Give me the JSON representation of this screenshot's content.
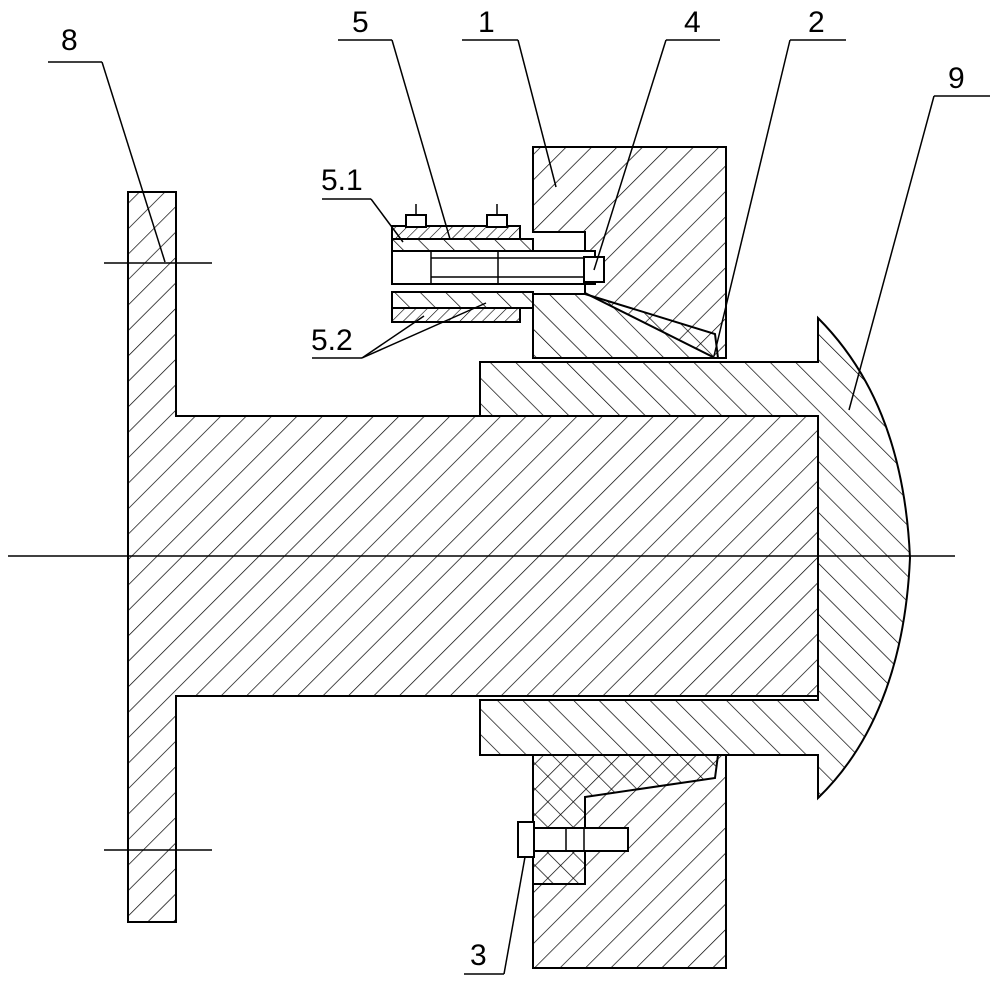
{
  "labels": {
    "part_1": "1",
    "part_2": "2",
    "part_3": "3",
    "part_4": "4",
    "part_5": "5",
    "part_5_1": "5.1",
    "part_5_2": "5.2",
    "part_8": "8",
    "part_9": "9"
  },
  "colors": {
    "line": "#000000",
    "background": "#ffffff"
  }
}
